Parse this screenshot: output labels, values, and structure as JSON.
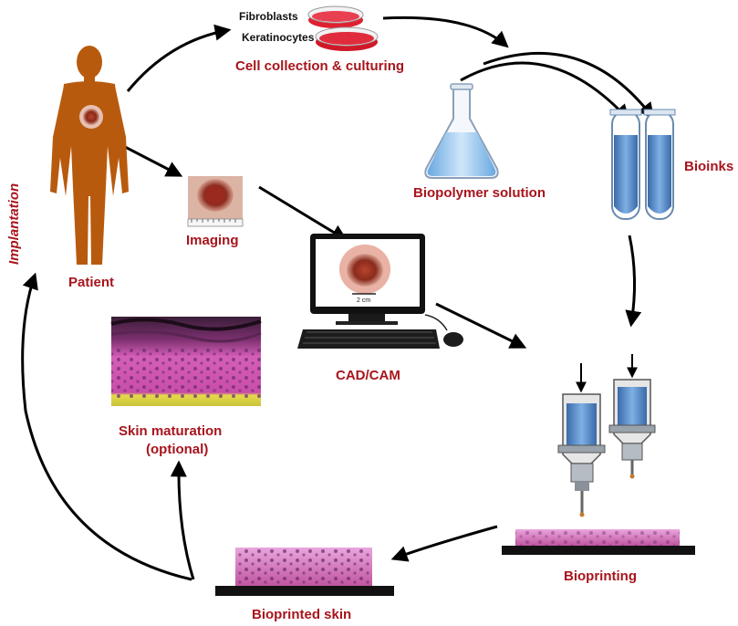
{
  "labels": {
    "fibroblasts": "Fibroblasts",
    "keratinocytes": "Keratinocytes",
    "cell_collection": "Cell collection & culturing",
    "biopolymer": "Biopolymer solution",
    "bioinks": "Bioinks",
    "patient": "Patient",
    "imaging": "Imaging",
    "implantation": "Implantation",
    "cadcam": "CAD/CAM",
    "screen_scale": "2 cm",
    "skin_maturation_1": "Skin maturation",
    "skin_maturation_2": "(optional)",
    "bioprinting": "Bioprinting",
    "bioprinted_skin": "Bioprinted skin"
  },
  "colors": {
    "label_red": "#a8141c",
    "body_orange": "#b85a0e",
    "wound": "#8a2b1e",
    "bioink_blue": "#4a7fc0",
    "flask_blue": "#8ec4ee",
    "tissue_pink": "#d86fc0",
    "base_black": "#111111"
  }
}
